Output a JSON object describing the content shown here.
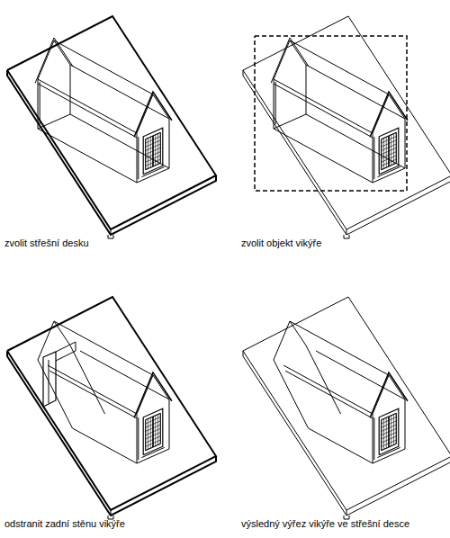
{
  "diagram": {
    "labels": [
      "zvolit střešní desku",
      "zvolit objekt vikýře",
      "odstranit zadní stěnu vikýře",
      "výsledný výřez vikýře ve střešní desce"
    ]
  }
}
